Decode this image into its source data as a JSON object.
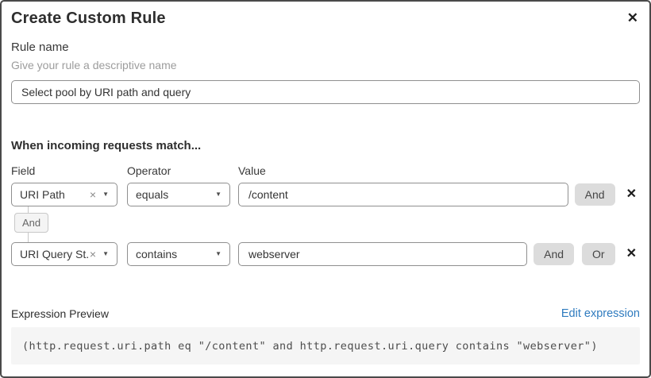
{
  "dialog": {
    "title": "Create Custom Rule",
    "close_icon": "✕"
  },
  "rule_name": {
    "label": "Rule name",
    "helper": "Give your rule a descriptive name",
    "value": "Select pool by URI path and query"
  },
  "match": {
    "heading": "When incoming requests match...",
    "column_labels": {
      "field": "Field",
      "operator": "Operator",
      "value": "Value"
    },
    "connector_label": "And",
    "icons": {
      "clear": "×",
      "caret": "▼",
      "remove": "✕"
    },
    "rows": [
      {
        "field": "URI Path",
        "operator": "equals",
        "value": "/content",
        "and_label": "And"
      },
      {
        "field": "URI Query St...",
        "operator": "contains",
        "value": "webserver",
        "and_label": "And",
        "or_label": "Or"
      }
    ]
  },
  "expression": {
    "label": "Expression Preview",
    "edit_link": "Edit expression",
    "code": "(http.request.uri.path eq \"/content\" and http.request.uri.query contains \"webserver\")"
  },
  "colors": {
    "link_blue": "#2f7bbf",
    "button_gray": "#dcdcdc",
    "code_background": "#f5f5f5",
    "input_border": "#8f8f8f"
  }
}
